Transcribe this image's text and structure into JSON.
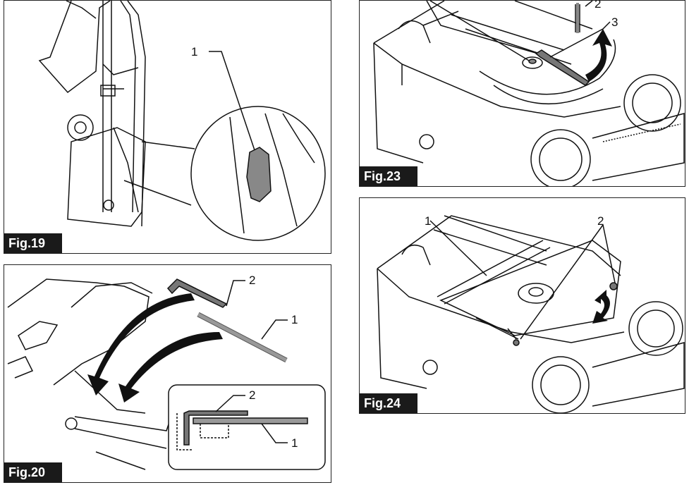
{
  "figures": {
    "fig19": {
      "label": "Fig.19",
      "callouts": [
        "1"
      ]
    },
    "fig20": {
      "label": "Fig.20",
      "callouts": [
        "2",
        "1",
        "2",
        "1"
      ]
    },
    "fig23": {
      "label": "Fig.23",
      "callouts": [
        "2",
        "3"
      ]
    },
    "fig24": {
      "label": "Fig.24",
      "callouts": [
        "1",
        "2"
      ]
    }
  }
}
